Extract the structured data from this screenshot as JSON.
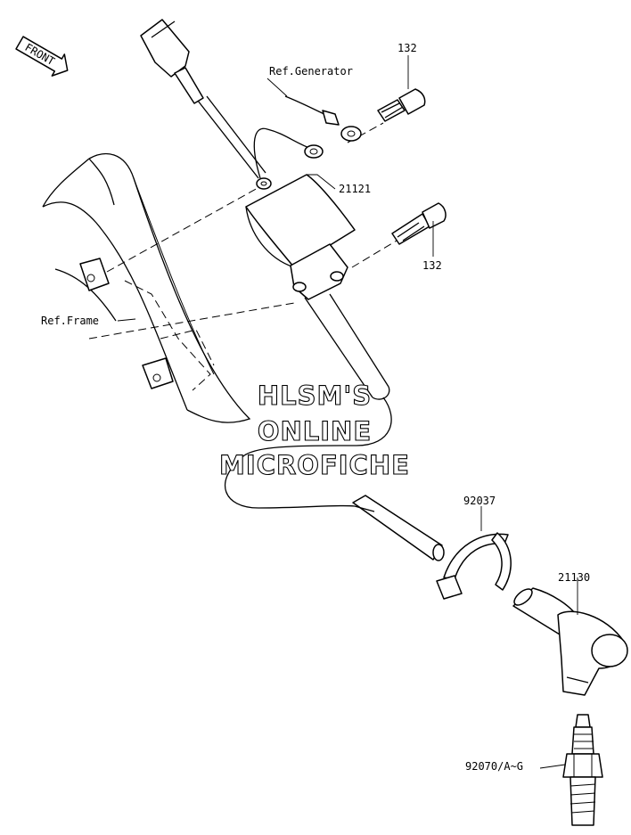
{
  "orientation_badge": "FRONT",
  "labels": {
    "bolt_top": "132",
    "ref_generator": "Ref.Generator",
    "ignition_coil": "21121",
    "bolt_bottom": "132",
    "ref_frame": "Ref.Frame",
    "band": "92037",
    "plug_cap": "21130",
    "spark_plug": "92070/A~G"
  },
  "watermark": {
    "line1": "HLSM'S",
    "line2": "ONLINE",
    "line3": "MICROFICHE"
  }
}
